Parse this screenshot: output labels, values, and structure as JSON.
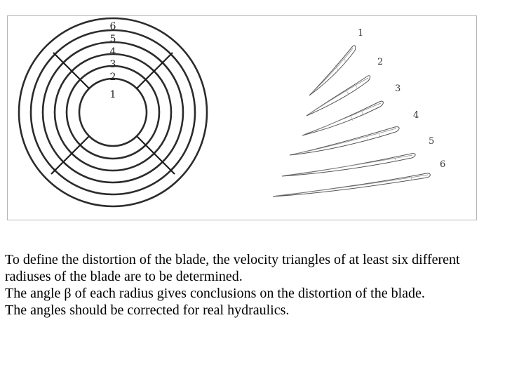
{
  "figure": {
    "ring_labels": [
      "6",
      "5",
      "4",
      "3",
      "2",
      "1"
    ],
    "blade_labels": [
      "1",
      "2",
      "3",
      "4",
      "5",
      "6"
    ],
    "line_color": "#2b2b2b"
  },
  "caption": {
    "line1": "To define the distortion of the blade, the velocity triangles of at least  six different radiuses of the blade are to be determined.",
    "line2": "The angle β of each radius gives conclusions on the distortion of the blade.",
    "line3": "The angles should be corrected for real hydraulics."
  }
}
